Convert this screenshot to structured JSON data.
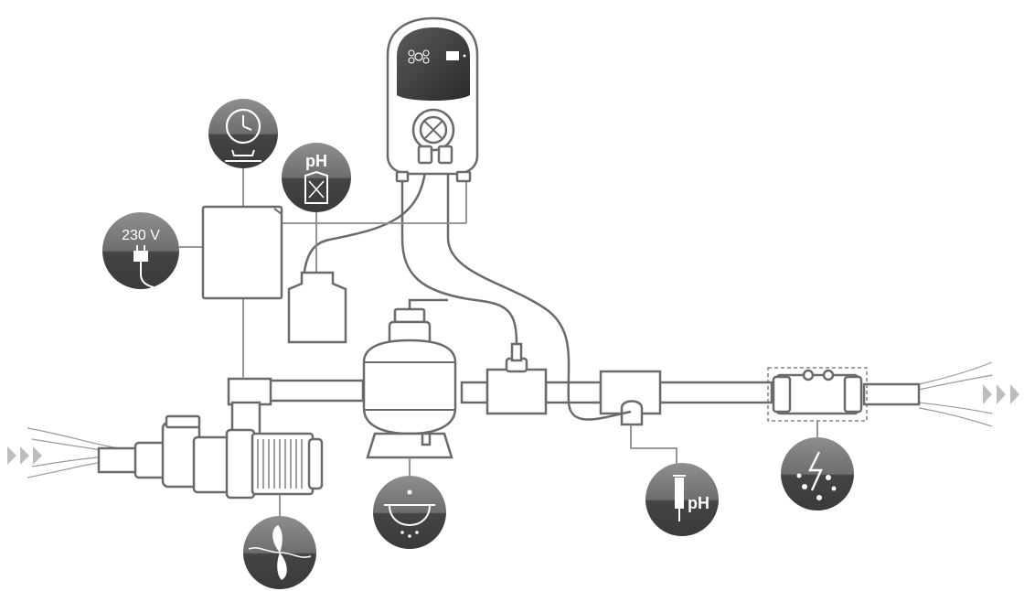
{
  "labels": {
    "voltage": "230 V",
    "ph_canister": "pH",
    "ph_probe": "pH"
  },
  "colors": {
    "line": "#6a6a6a",
    "badge_dark": "#3d3d3d",
    "badge_light": "#8e8e8e",
    "flow_arrow": "#bdbdbd"
  },
  "icons": [
    "timer-clock-icon",
    "ph-canister-icon",
    "power-plug-icon",
    "filter-strainer-icon",
    "pump-propeller-icon",
    "ph-probe-syringe-icon",
    "electrolysis-cell-icon"
  ]
}
